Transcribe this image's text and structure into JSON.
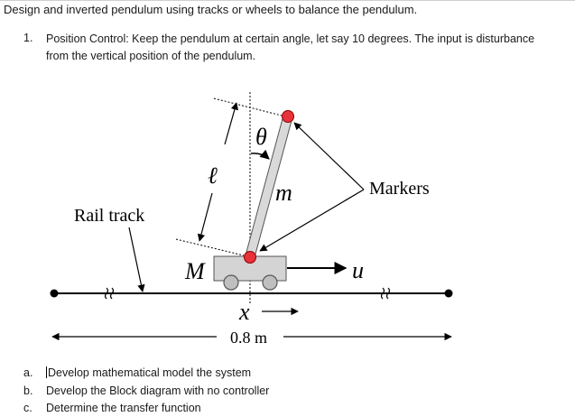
{
  "document": {
    "heading": "Design and inverted pendulum using tracks or wheels to balance the pendulum.",
    "items": [
      {
        "number": "1.",
        "text": "Position Control: Keep the pendulum at certain angle, let say 10 degrees. The input is disturbance from the vertical position of the pendulum."
      }
    ],
    "subitems": [
      {
        "marker": "a.",
        "text": "Develop mathematical model the system"
      },
      {
        "marker": "b.",
        "text": "Develop the Block diagram with no controller"
      },
      {
        "marker": "c.",
        "text": "Determine the transfer function"
      }
    ]
  },
  "diagram": {
    "labels": {
      "theta": "θ",
      "length": "ℓ",
      "mass_pendulum": "m",
      "markers": "Markers",
      "rail_track": "Rail track",
      "mass_cart": "M",
      "input": "u",
      "position": "x",
      "track_length": "0.8 m"
    },
    "colors": {
      "marker_fill": "#e8323a",
      "rod_fill": "#d9d9d9",
      "cart_fill": "#d4d4d4",
      "wheel_fill": "#bfbfbf",
      "line": "#000000"
    }
  }
}
